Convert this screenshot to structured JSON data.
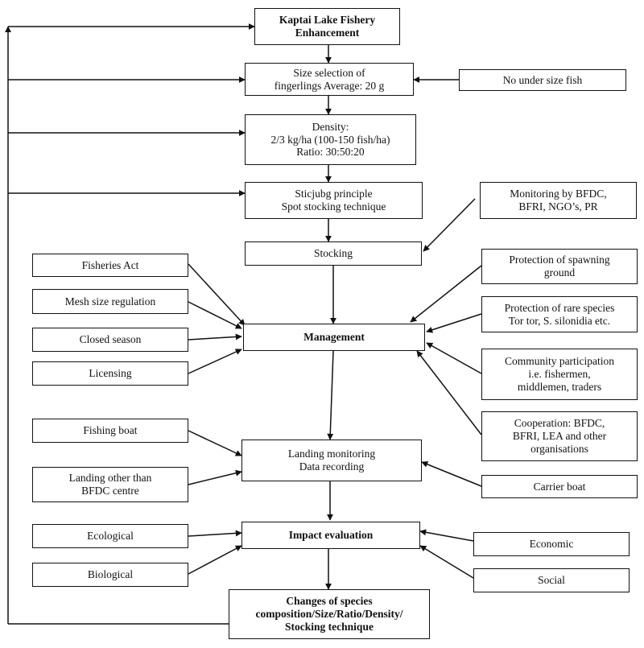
{
  "boxes": {
    "enhancement": "Kaptai Lake Fishery\nEnhancement",
    "size_selection": "Size selection of\nfingerlings Average: 20 g",
    "no_under_size": "No under size fish",
    "density": "Density:\n2/3 kg/ha (100-150 fish/ha)\nRatio: 30:50:20",
    "principle": "Sticjubg principle\nSpot stocking technique",
    "monitoring": "Monitoring by BFDC,\nBFRI, NGO’s, PR",
    "stocking": "Stocking",
    "fisheries_act": "Fisheries Act",
    "mesh_size": "Mesh size regulation",
    "closed_season": "Closed season",
    "licensing": "Licensing",
    "management": "Management",
    "spawning": "Protection of spawning\nground",
    "rare_species": "Protection of rare species\nTor tor, S. silonidia etc.",
    "community": "Community participation\ni.e. fishermen,\nmiddlemen, traders",
    "cooperation": "Cooperation: BFDC,\nBFRI, LEA and other\norganisations",
    "fishing_boat": "Fishing boat",
    "landing_other": "Landing other than\nBFDC centre",
    "landing_monitoring": "Landing monitoring\nData recording",
    "carrier_boat": "Carrier boat",
    "ecological": "Ecological",
    "biological": "Biological",
    "impact": "Impact evaluation",
    "economic": "Economic",
    "social": "Social",
    "changes": "Changes of species\ncomposition/Size/Ratio/Density/\nStocking technique"
  }
}
